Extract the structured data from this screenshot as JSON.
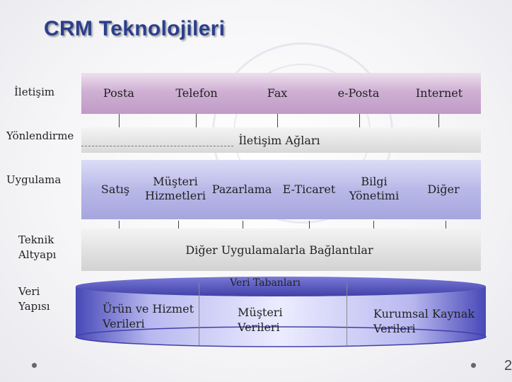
{
  "title": "CRM Teknolojileri",
  "row_labels": {
    "iletisim": "İletişim",
    "yonlendirme": "Yönlendirme",
    "uygulama": "Uygulama",
    "teknik_line1": "Teknik",
    "teknik_line2": "Altyapı",
    "veri_line1": "Veri",
    "veri_line2": "Yapısı"
  },
  "channels": [
    "Posta",
    "Telefon",
    "Fax",
    "e-Posta",
    "Internet"
  ],
  "routing_label": "İletişim Ağları",
  "applications": {
    "satis": "Satış",
    "musteri_line1": "Müşteri",
    "musteri_line2": "Hizmetleri",
    "pazarlama": "Pazarlama",
    "eticaret": "E-Ticaret",
    "bilgi_line1": "Bilgi",
    "bilgi_line2": "Yönetimi",
    "diger": "Diğer"
  },
  "infrastructure_label": "Diğer Uygulamalarla Bağlantılar",
  "databases": {
    "title": "Veri Tabanları",
    "urun_line1": "Ürün ve Hizmet",
    "urun_line2": "Verileri",
    "musteri_line1": "Müşteri",
    "musteri_line2": "Verileri",
    "kurumsal_line1": "Kurumsal Kaynak",
    "kurumsal_line2": "Verileri"
  },
  "page_number": "2",
  "colors": {
    "title": "#2b3f8c",
    "channel_band": "#c09ac6",
    "application_band": "#a6a6de",
    "infrastructure_band": "#d2d2d2",
    "cylinder": "#6c6cd0"
  }
}
